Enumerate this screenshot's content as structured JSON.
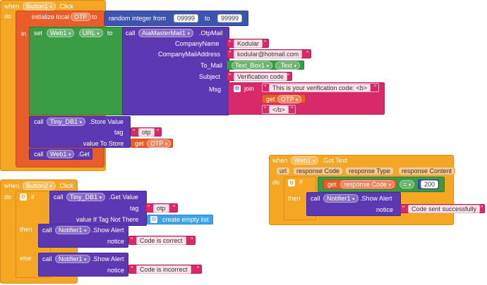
{
  "block1": {
    "when": "when",
    "component": "Button1",
    "event": ".Click",
    "do": "do",
    "init": "initialize local",
    "var": "OTP",
    "to": "to",
    "random": "random integer from",
    "from_val": "09999",
    "to2": "to",
    "to_val": "99999",
    "in": "in",
    "set": "set",
    "set_comp": "Web1",
    "set_prop": "URL",
    "set_to": "to",
    "call": "call",
    "mail_comp": "AiaMasterMail1",
    "mail_method": ".OtpMail",
    "companyname_lbl": "CompanyName",
    "companyname_val": "Kodular",
    "companyaddr_lbl": "CompanyMailAddress",
    "companyaddr_val": "kodular@hotmail.com",
    "tomail_lbl": "To_Mail",
    "tomail_comp": "Text_Box1",
    "tomail_prop": ".Text",
    "subject_lbl": "Subject",
    "subject_val": "Verification code",
    "msg_lbl": "Msg",
    "join": "join",
    "join1": "This is your verification code: <b>",
    "get": "get",
    "get_var": "OTP",
    "join3": "</b>",
    "tiny_call": "call",
    "tiny_comp": "Tiny_DB1",
    "tiny_method": ".Store Value",
    "tag_lbl": "tag",
    "tag_val": "otp",
    "vts_lbl": "value To Store",
    "vts_get": "get",
    "vts_var": "OTP",
    "web_call": "call",
    "web_comp": "Web1",
    "web_method": ".Get"
  },
  "block2": {
    "when": "when",
    "component": "Button2",
    "event": ".Click",
    "do": "do",
    "if": "if",
    "call": "call",
    "comp": "Tiny_DB1",
    "method": ".Get Value",
    "tag_lbl": "tag",
    "tag_val": "otp",
    "vitnt_lbl": "value If Tag Not There",
    "vitnt_val": "create empty list",
    "then": "then",
    "n1_call": "call",
    "n1_comp": "Notifier1",
    "n1_method": ".Show Alert",
    "n1_notice": "notice",
    "n1_val": "Code is correct",
    "else": "else",
    "n2_call": "call",
    "n2_comp": "Notifier1",
    "n2_method": ".Show Alert",
    "n2_notice": "notice",
    "n2_val": "Code is incorrect"
  },
  "block3": {
    "when": "when",
    "component": "Web1",
    "event": ".Got Text",
    "params": [
      "url",
      "response Code",
      "response Type",
      "response Content"
    ],
    "do": "do",
    "if": "if",
    "get": "get",
    "get_var": "response Code",
    "op": "=",
    "num": "200",
    "then": "then",
    "call": "call",
    "comp": "Notifier1",
    "method": ".Show Alert",
    "notice": "notice",
    "val": "Code sent successfully"
  },
  "colors": {
    "event": "#f5a623",
    "local_var": "#e85d2a",
    "math": "#3e55b0",
    "component": "#5c38b3",
    "text": "#d82a6a",
    "setter": "#3a9c45",
    "list": "#40a3e8"
  }
}
